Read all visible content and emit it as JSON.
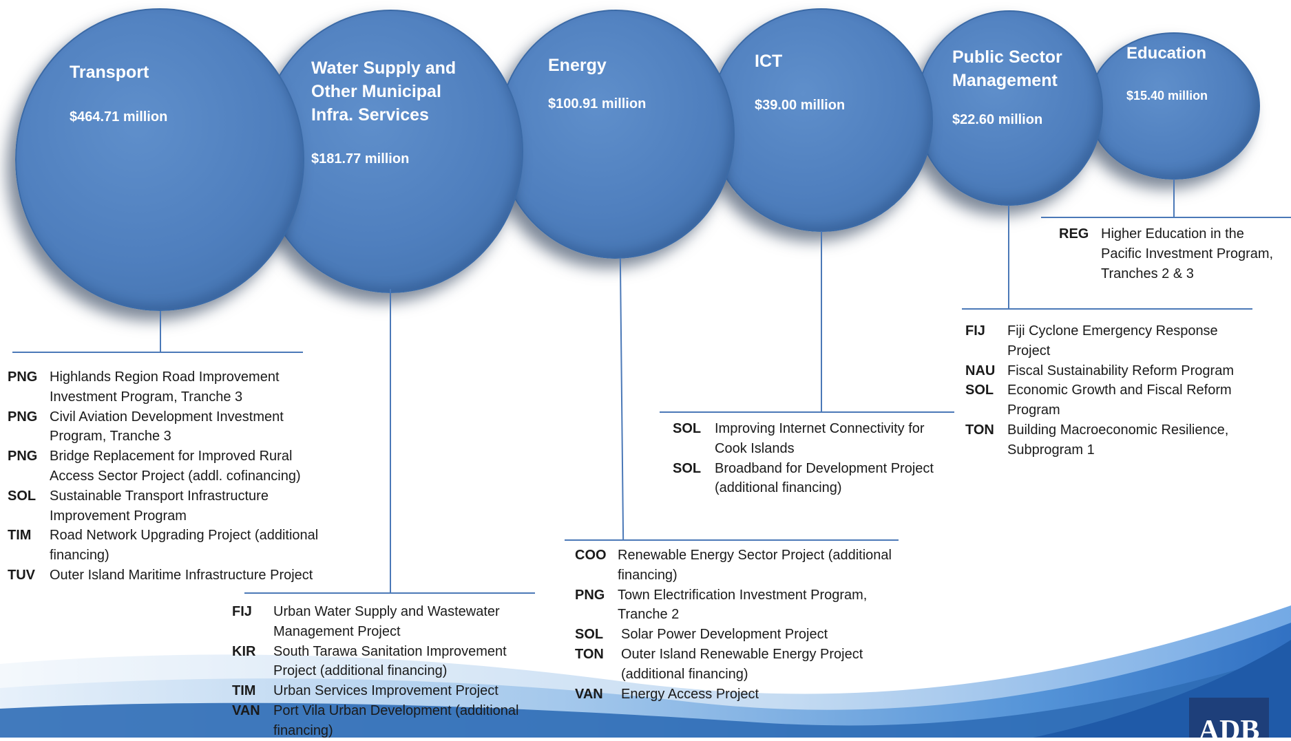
{
  "sectors": [
    {
      "name": "Transport",
      "amount": "$464.71 million",
      "projects": [
        {
          "code": "PNG",
          "title": "Highlands Region Road Improvement Investment Program, Tranche 3"
        },
        {
          "code": "PNG",
          "title": "Civil Aviation Development Investment Program, Tranche 3"
        },
        {
          "code": "PNG",
          "title": "Bridge Replacement for Improved Rural Access Sector Project (addl. cofinancing)"
        },
        {
          "code": "SOL",
          "title": "Sustainable Transport Infrastructure Improvement Program"
        },
        {
          "code": "TIM",
          "title": "Road Network Upgrading Project (additional financing)"
        },
        {
          "code": "TUV",
          "title": "Outer Island Maritime Infrastructure Project"
        }
      ]
    },
    {
      "name": "Water Supply and\nOther Municipal\nInfra. Services",
      "amount": "$181.77 million",
      "projects": [
        {
          "code": "FIJ",
          "title": "Urban Water Supply and Wastewater Management Project"
        },
        {
          "code": "KIR",
          "title": "South Tarawa Sanitation Improvement Project (additional financing)"
        },
        {
          "code": "TIM",
          "title": "Urban Services Improvement Project"
        },
        {
          "code": "VAN",
          "title": "Port Vila Urban Development (additional financing)"
        }
      ]
    },
    {
      "name": "Energy",
      "amount": "$100.91 million",
      "projects": [
        {
          "code": "COO",
          "title": "Renewable Energy Sector Project (additional financing)"
        },
        {
          "code": "PNG",
          "title": "Town Electrification Investment Program, Tranche 2"
        },
        {
          "code": "SOL",
          "title": "Solar Power Development Project"
        },
        {
          "code": "TON",
          "title": "Outer Island Renewable Energy Project (additional financing)"
        },
        {
          "code": "VAN",
          "title": "Energy Access Project"
        }
      ]
    },
    {
      "name": "ICT",
      "amount": "$39.00 million",
      "projects": [
        {
          "code": "SOL",
          "title": "Improving Internet Connectivity for Cook Islands"
        },
        {
          "code": "SOL",
          "title": "Broadband for Development Project (additional financing)"
        }
      ]
    },
    {
      "name": "Public Sector\nManagement",
      "amount": "$22.60 million",
      "projects": [
        {
          "code": "FIJ",
          "title": "Fiji Cyclone Emergency Response Project"
        },
        {
          "code": "NAU",
          "title": "Fiscal Sustainability Reform Program"
        },
        {
          "code": "SOL",
          "title": "Economic Growth and Fiscal Reform Program"
        },
        {
          "code": "TON",
          "title": "Building Macroeconomic Resilience, Subprogram 1"
        }
      ]
    },
    {
      "name": "Education",
      "amount": "$15.40 million",
      "projects": [
        {
          "code": "REG",
          "title": "Higher Education in the Pacific Investment Program, Tranches 2 & 3"
        }
      ]
    }
  ],
  "logo": {
    "text": "ADB"
  },
  "colors": {
    "circle": "#4f7fbe",
    "connector": "#4a78b7",
    "swoosh": "#2f6db6"
  }
}
